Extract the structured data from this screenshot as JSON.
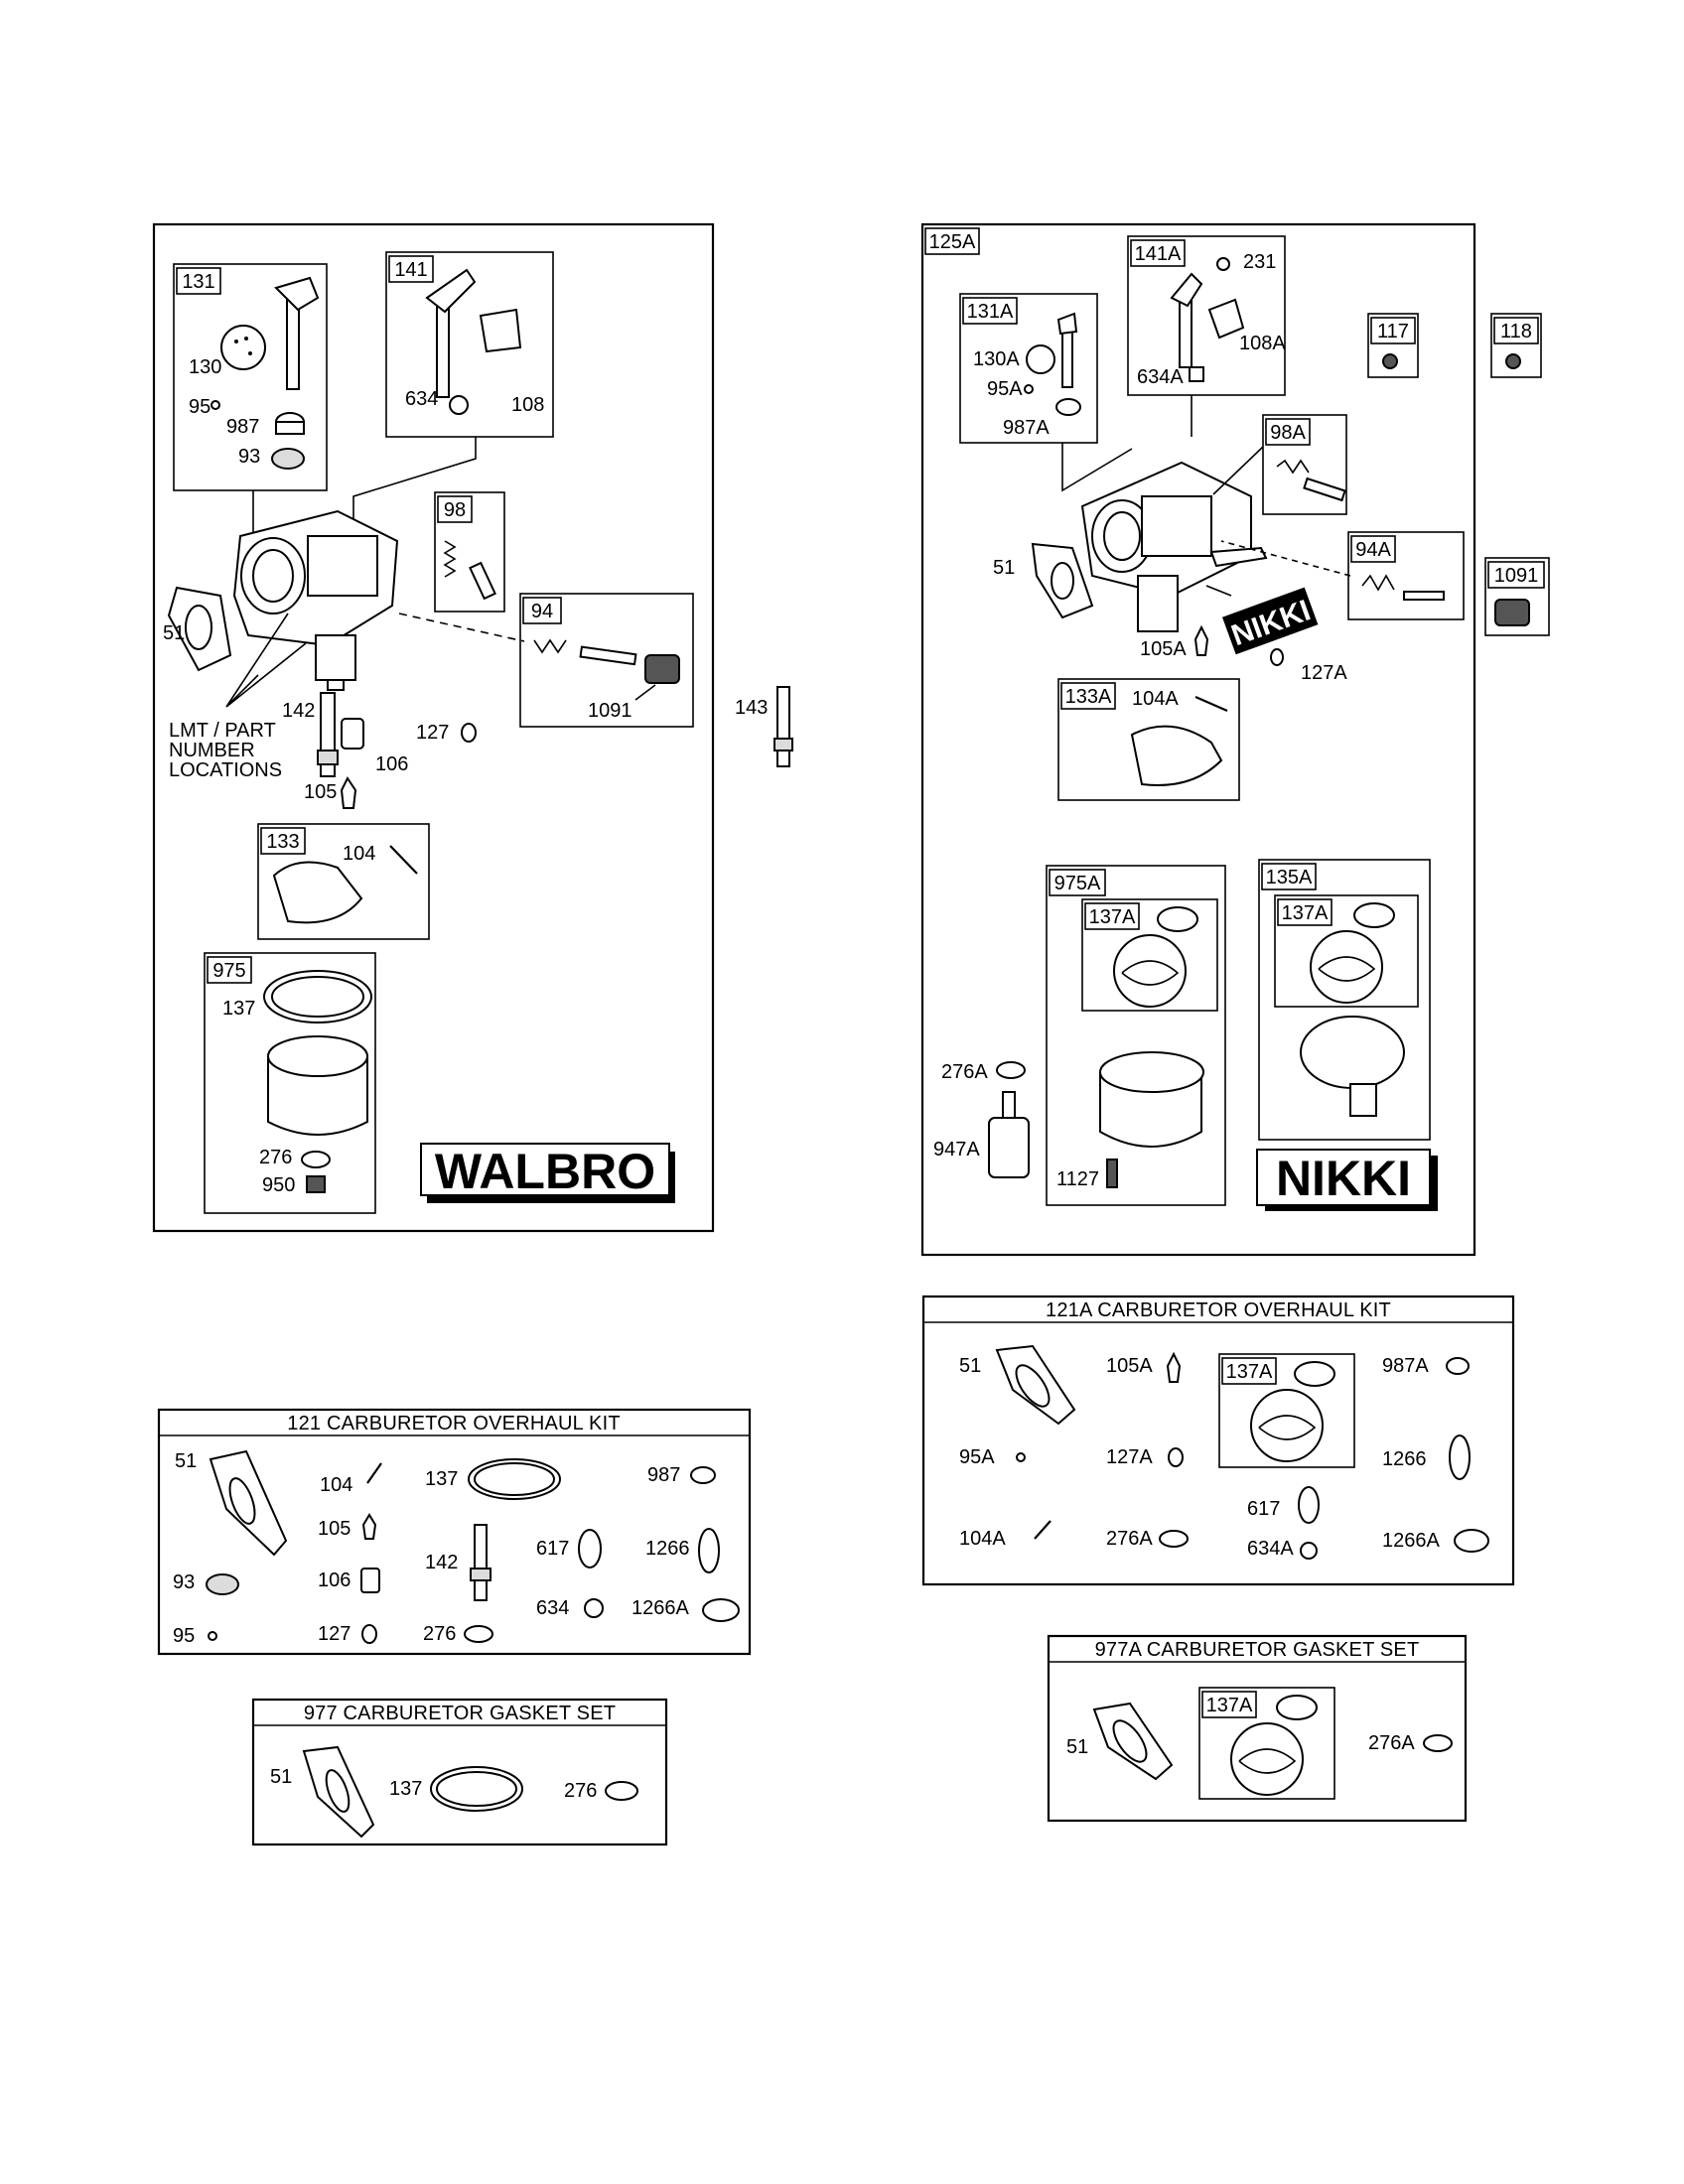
{
  "walbro": {
    "brand": "WALBRO",
    "kits": {
      "k131": "131",
      "k141": "141",
      "k98": "98",
      "k94": "94",
      "k133": "133",
      "k975": "975"
    },
    "labels": {
      "p130": "130",
      "p95": "95",
      "p987": "987",
      "p93": "93",
      "p634": "634",
      "p108": "108",
      "p51": "51",
      "p142": "142",
      "p106": "106",
      "p105": "105",
      "p127": "127",
      "p1091": "1091",
      "p104": "104",
      "p137": "137",
      "p276": "276",
      "p950": "950",
      "p143": "143"
    },
    "lmt": [
      "LMT / PART",
      "NUMBER",
      "LOCATIONS"
    ]
  },
  "nikki": {
    "brand": "NIKKI",
    "stamp": "NIKKI",
    "kits": {
      "k125A": "125A",
      "k141A": "141A",
      "k131A": "131A",
      "k117": "117",
      "k118": "118",
      "k98A": "98A",
      "k94A": "94A",
      "k1091": "1091",
      "k133A": "133A",
      "k975A": "975A",
      "k135A": "135A",
      "k137A_1": "137A",
      "k137A_2": "137A"
    },
    "labels": {
      "p231": "231",
      "p108A": "108A",
      "p130A": "130A",
      "p95A": "95A",
      "p634A": "634A",
      "p987A": "987A",
      "p51": "51",
      "p105A": "105A",
      "p127A": "127A",
      "p104A": "104A",
      "p276A": "276A",
      "p947A": "947A",
      "p1127": "1127"
    }
  },
  "kit121": {
    "title": "121  CARBURETOR OVERHAUL KIT",
    "labels": {
      "p51": "51",
      "p104": "104",
      "p137": "137",
      "p987": "987",
      "p105": "105",
      "p142": "142",
      "p617": "617",
      "p1266": "1266",
      "p93": "93",
      "p106": "106",
      "p634": "634",
      "p1266A": "1266A",
      "p95": "95",
      "p127": "127",
      "p276": "276"
    }
  },
  "kit977": {
    "title": "977 CARBURETOR GASKET SET",
    "labels": {
      "p51": "51",
      "p137": "137",
      "p276": "276"
    }
  },
  "kit121A": {
    "title": "121A CARBURETOR OVERHAUL KIT",
    "labels": {
      "p51": "51",
      "p105A": "105A",
      "k137A": "137A",
      "p987A": "987A",
      "p95A": "95A",
      "p127A": "127A",
      "p1266": "1266",
      "p617": "617",
      "p104A": "104A",
      "p276A": "276A",
      "p634A": "634A",
      "p1266A": "1266A"
    }
  },
  "kit977A": {
    "title": "977A CARBURETOR GASKET SET",
    "labels": {
      "p51": "51",
      "k137A": "137A",
      "p276A": "276A"
    }
  }
}
